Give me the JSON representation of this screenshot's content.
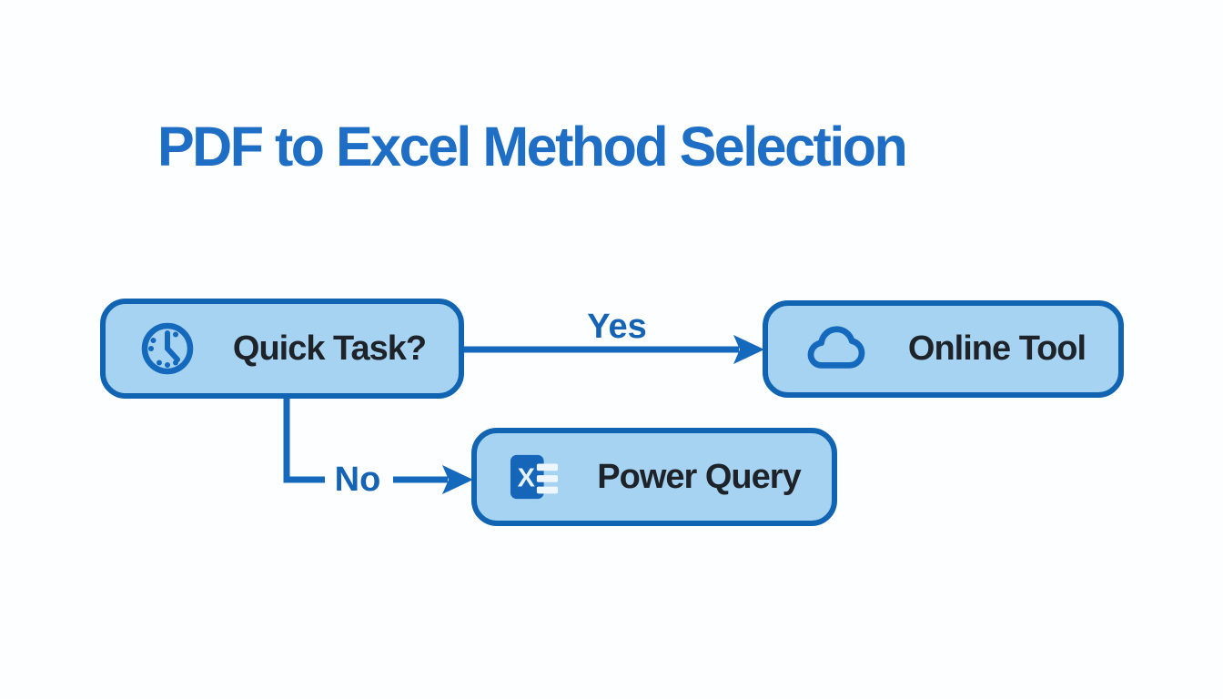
{
  "title": "PDF to Excel Method Selection",
  "nodes": {
    "quick_task": {
      "label": "Quick Task?",
      "icon": "clock-icon"
    },
    "online_tool": {
      "label": "Online Tool",
      "icon": "cloud-icon"
    },
    "power_query": {
      "label": "Power Query",
      "icon": "excel-spreadsheet-icon"
    }
  },
  "edges": {
    "yes": {
      "label": "Yes",
      "from": "quick_task",
      "to": "online_tool"
    },
    "no": {
      "label": "No",
      "from": "quick_task",
      "to": "power_query"
    }
  },
  "colors": {
    "background": "#fdfeff",
    "node_fill": "#a6d3f2",
    "node_border": "#1164b2",
    "connector_blue": "#1569bd",
    "title_blue": "#1d6ec4",
    "edge_label_blue": "#1563b4",
    "node_text": "#1e232a",
    "excel_icon_fill": "#1565b8"
  }
}
